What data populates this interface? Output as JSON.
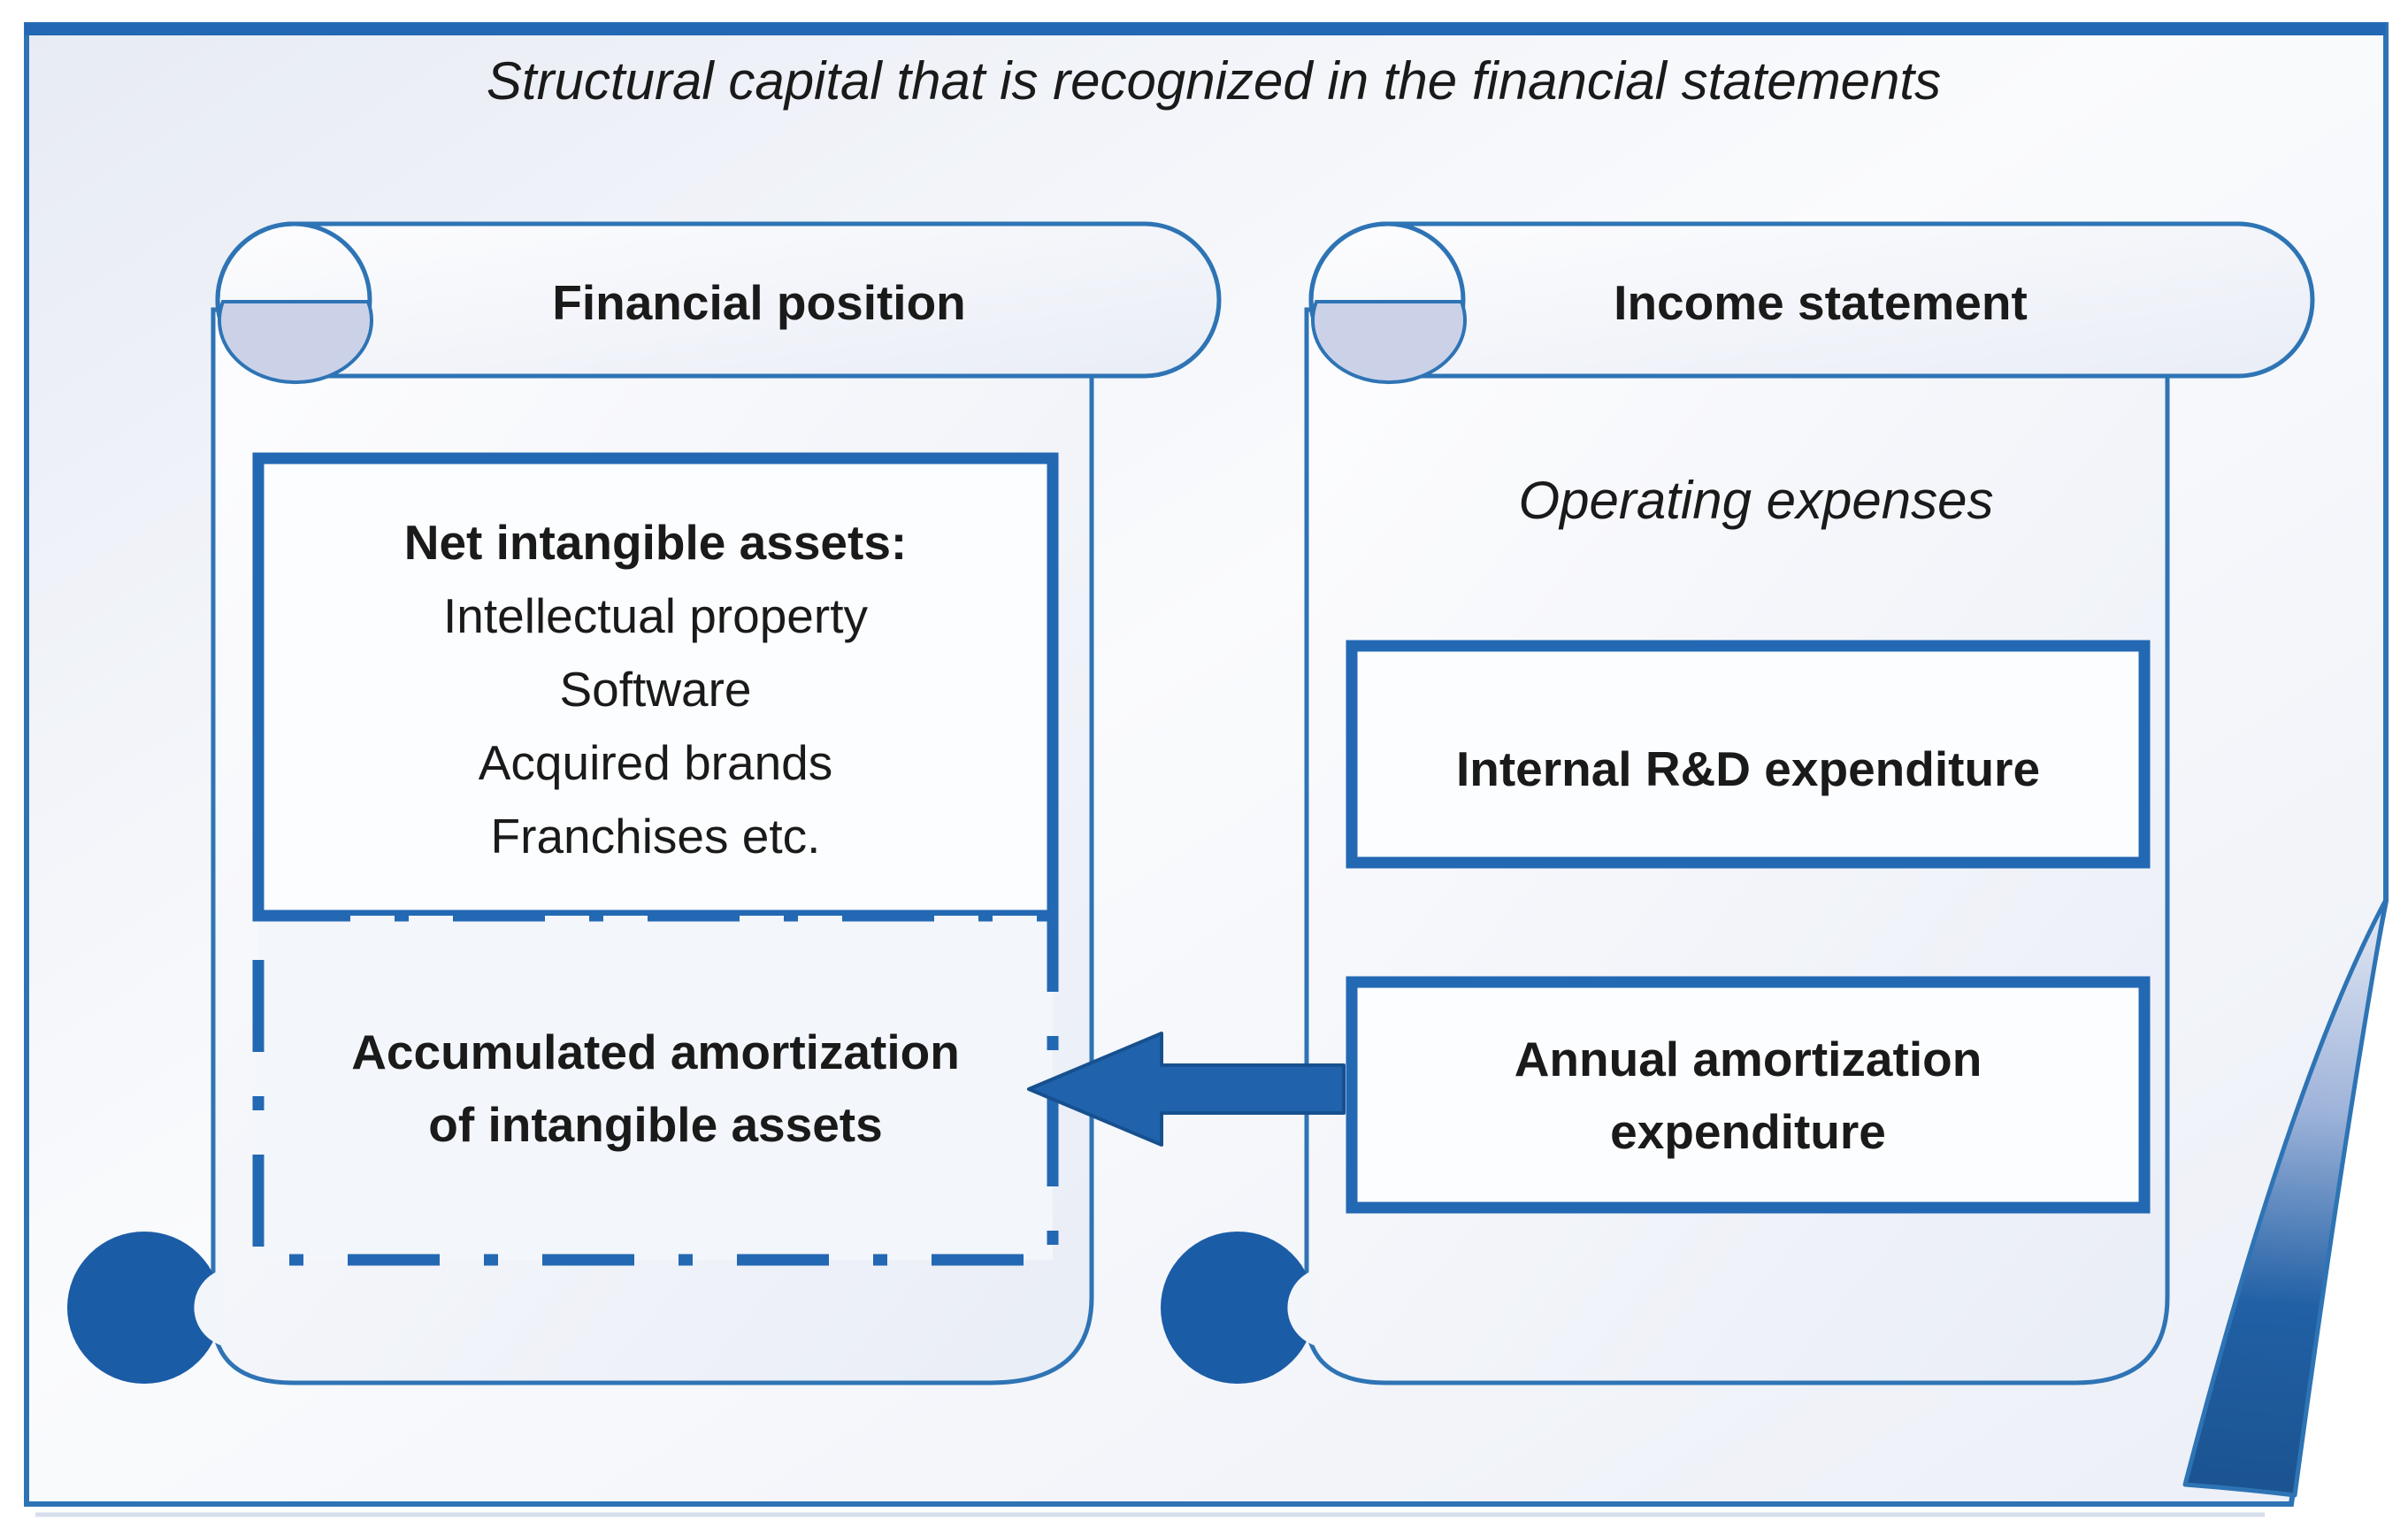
{
  "title": "Structural capital that is recognized in the financial statements",
  "colors": {
    "accent": "#2E74B5",
    "box_border": "#2368B3",
    "dark_blue": "#1B5CA7",
    "arrow_fill": "#2063AC",
    "arrow_edge": "#17508F",
    "teardrop": "#CBD2E8",
    "text": "#1A1A1A"
  },
  "left_scroll": {
    "header": "Financial position",
    "solid_box": {
      "heading": "Net intangible assets:",
      "items": [
        "Intellectual property",
        "Software",
        "Acquired brands",
        "Franchises etc."
      ]
    },
    "dashed_box": {
      "line1": "Accumulated amortization",
      "line2": "of intangible assets"
    }
  },
  "right_scroll": {
    "header": "Income statement",
    "subheading": "Operating expenses",
    "rd_box": {
      "label": "Internal R&D expenditure"
    },
    "amortization_box": {
      "line1": "Annual amortization",
      "line2": "expenditure"
    }
  }
}
